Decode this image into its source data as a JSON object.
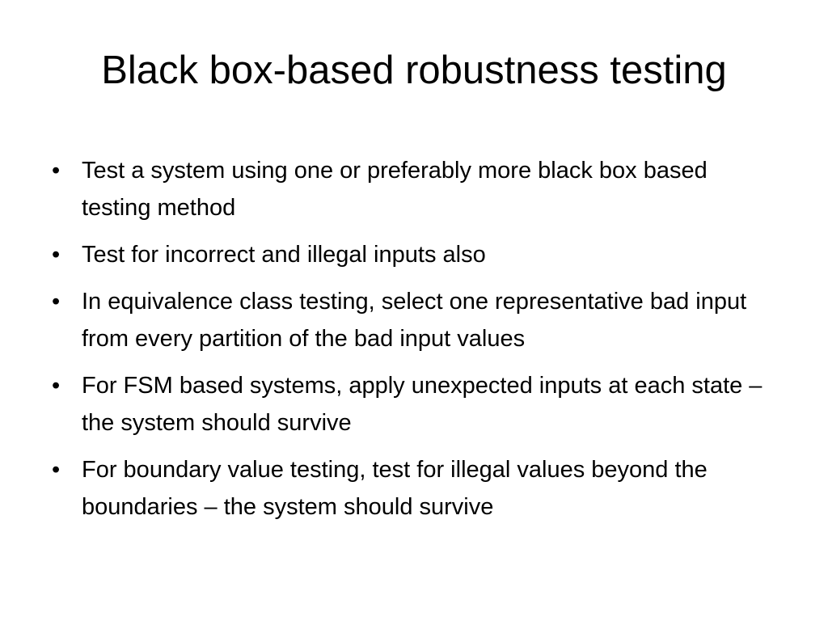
{
  "slide": {
    "title": "Black box-based robustness testing",
    "bullet_glyph": "•",
    "bullets": [
      "Test a system using one or preferably more black box based testing method",
      "Test for incorrect and illegal inputs also",
      "In equivalence class testing, select one representative bad input from every partition of the bad input values",
      "For FSM based systems, apply unexpected inputs at each state – the system should survive",
      "For boundary value testing, test for illegal values beyond the boundaries – the system should survive"
    ]
  }
}
